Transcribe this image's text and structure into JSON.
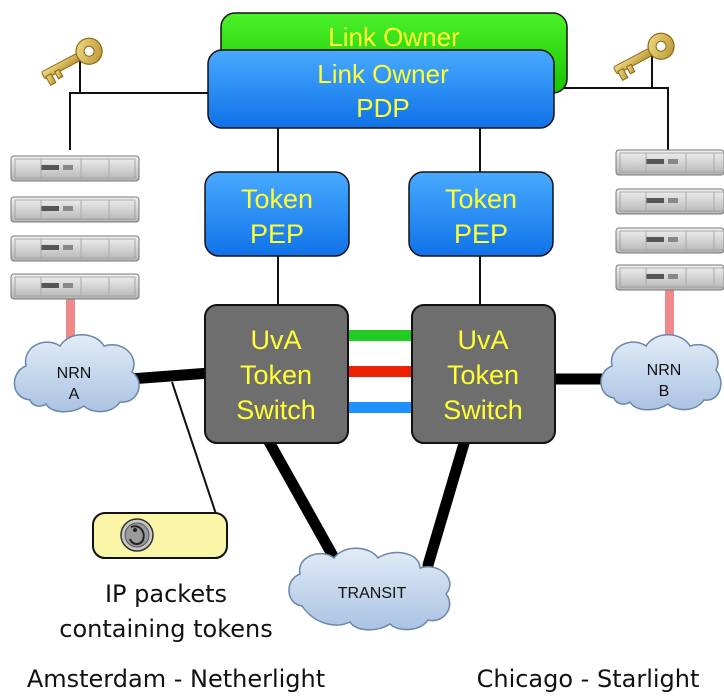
{
  "nodes": {
    "link_owner_back": {
      "label": "Link Owner"
    },
    "link_owner_pdp": {
      "line1": "Link Owner",
      "line2": "PDP"
    },
    "token_pep_left": {
      "line1": "Token",
      "line2": "PEP"
    },
    "token_pep_right": {
      "line1": "Token",
      "line2": "PEP"
    },
    "switch_left": {
      "line1": "UvA",
      "line2": "Token",
      "line3": "Switch"
    },
    "switch_right": {
      "line1": "UvA",
      "line2": "Token",
      "line3": "Switch"
    },
    "nrn_a": {
      "line1": "NRN",
      "line2": "A"
    },
    "nrn_b": {
      "line1": "NRN",
      "line2": "B"
    },
    "transit": {
      "label": "TRANSIT"
    }
  },
  "packet_caption": {
    "line1": "IP packets",
    "line2": "containing tokens"
  },
  "locations": {
    "left": "Amsterdam - Netherlight",
    "right": "Chicago - Starlight"
  },
  "colors": {
    "green": "#22dd00",
    "blue": "#1e90ff",
    "switch_gray": "#6e6e6e",
    "text_yellow": "#ffff33",
    "cloud": "#c9dbee",
    "packet_yellow": "#fbf5a8",
    "lightpath_green": "#22cc22",
    "lightpath_red": "#ee2200",
    "lightpath_blue": "#1e90ff",
    "server_link": "#f08a8a"
  },
  "icons": [
    "key-icon",
    "server-stack-icon",
    "coin-icon",
    "cloud-icon"
  ]
}
